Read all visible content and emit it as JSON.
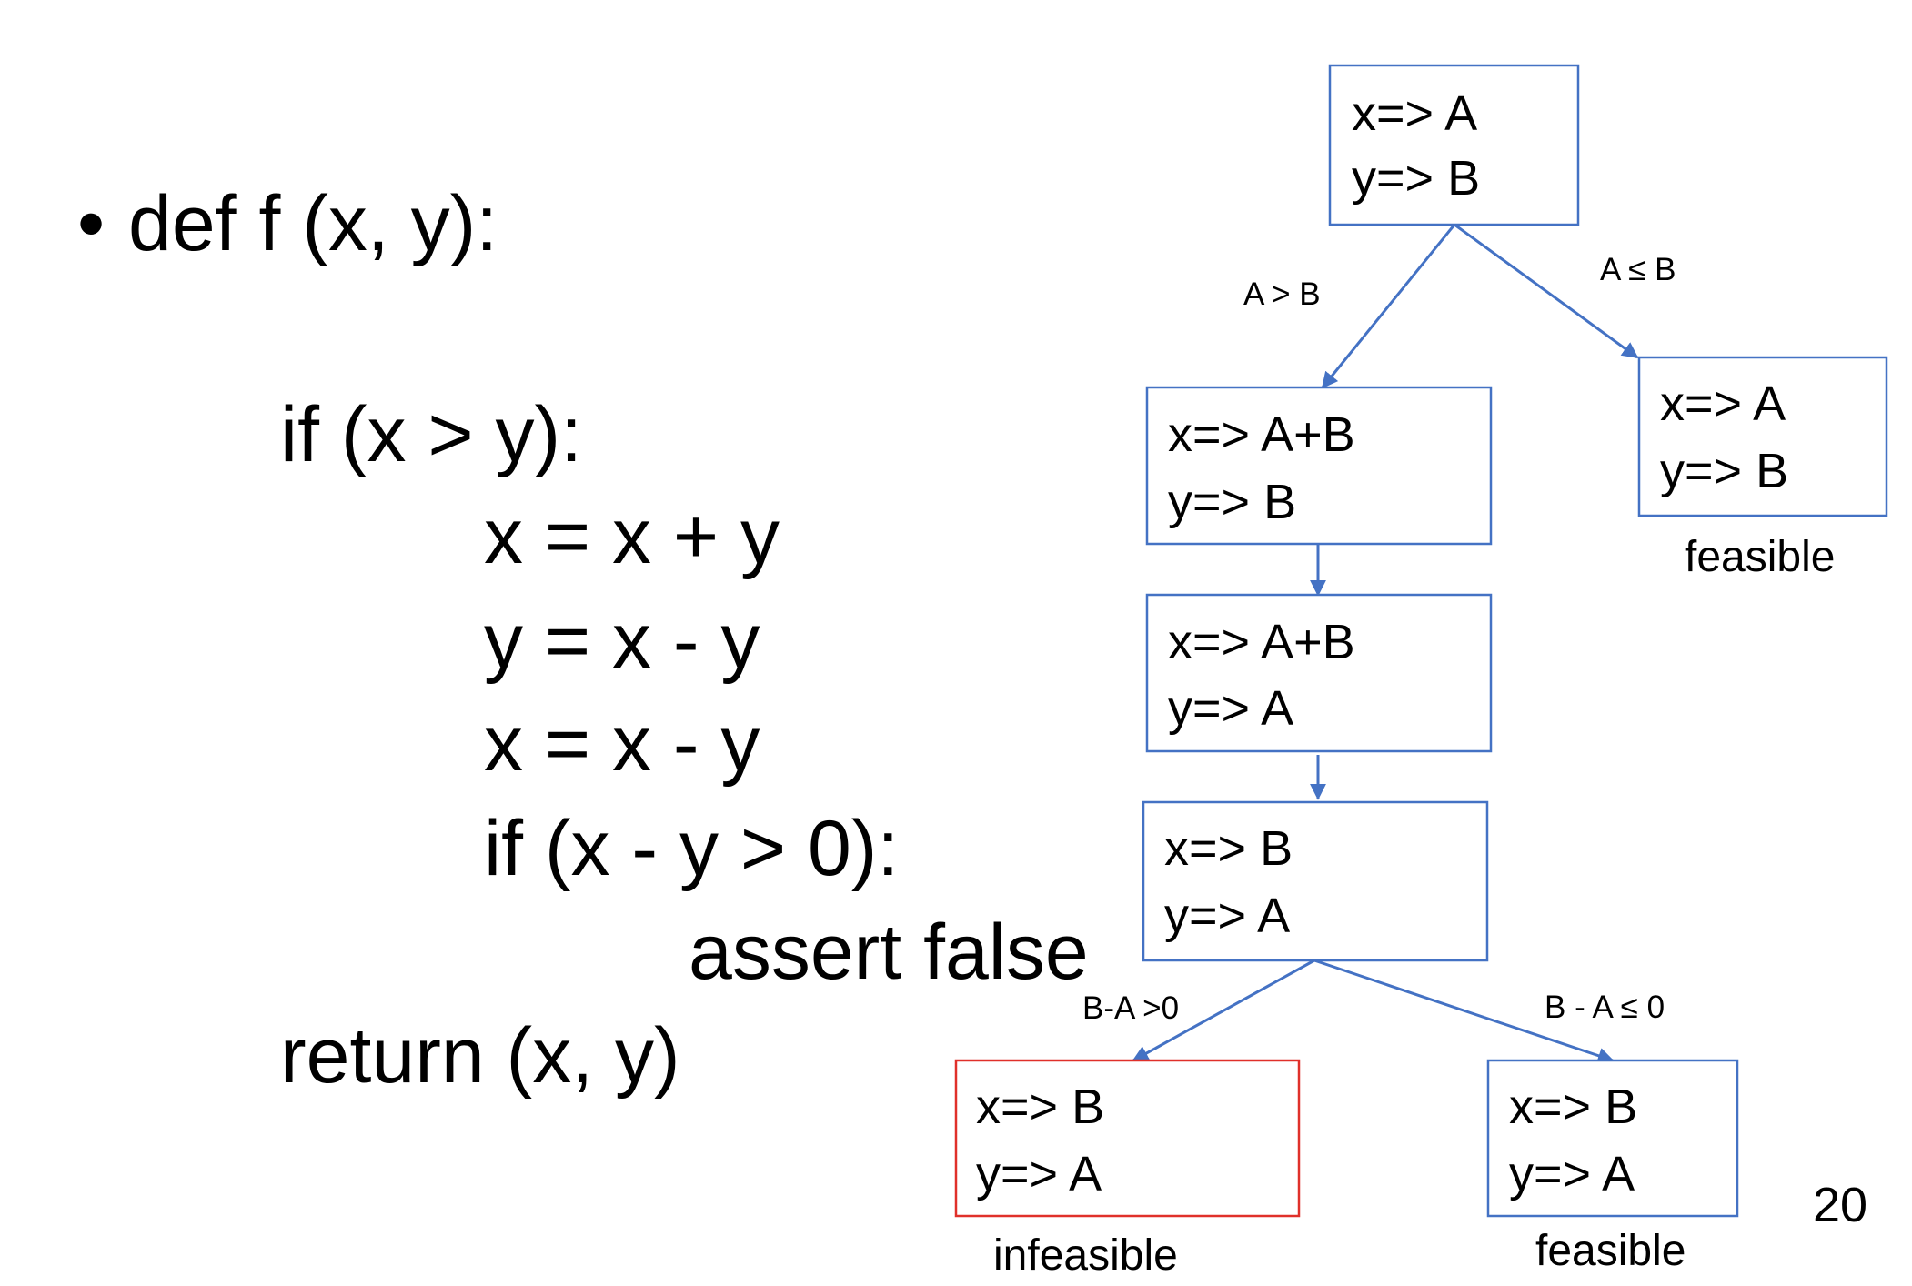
{
  "colors": {
    "edge": "#4472c4",
    "infeasible_border": "#e0302a",
    "node_border": "#4472c4"
  },
  "code": {
    "bullet": "•",
    "lines": [
      "def f (x, y):",
      "if (x > y):",
      "x = x + y",
      "y = x - y",
      "x = x - y",
      "if (x - y > 0):",
      "assert false",
      "return (x, y)"
    ]
  },
  "tree": {
    "nodes": [
      {
        "x": "x=> A",
        "y": "y=> B"
      },
      {
        "x": "x=> A+B",
        "y": "y=> B"
      },
      {
        "x": "x=> A",
        "y": "y=> B"
      },
      {
        "x": "x=> A+B",
        "y": "y=> A"
      },
      {
        "x": "x=> B",
        "y": "y=> A"
      },
      {
        "x": "x=> B",
        "y": "y=> A"
      },
      {
        "x": "x=> B",
        "y": "y=> A"
      }
    ],
    "edge_labels": [
      "A > B",
      "A ≤ B",
      "B-A >0",
      "B - A ≤ 0"
    ],
    "status": [
      "feasible",
      "infeasible",
      "feasible"
    ]
  },
  "slide_number": "20"
}
